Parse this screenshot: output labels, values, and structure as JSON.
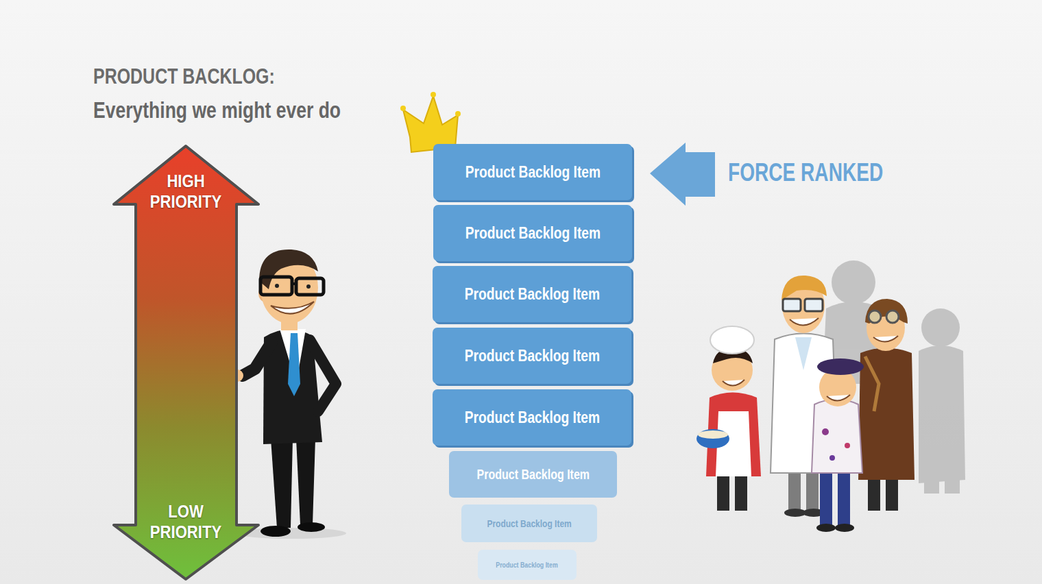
{
  "diagram": {
    "title": "PRODUCT BACKLOG:",
    "nodes": [
      {
        "text": [
          "HIGH PRIORITY",
          "LOW PRIORITY"
        ]
      },
      {
        "text": [
          "Product Backlog Item"
        ]
      },
      {
        "text": [
          "Product Backlog Item"
        ]
      },
      {
        "text": [
          "Product Backlog Item"
        ]
      },
      {
        "text": [
          "Product Backlog Item"
        ]
      },
      {
        "text": [
          "Product Backlog Item"
        ]
      },
      {
        "text": [
          "Product Backlog Item"
        ]
      },
      {
        "text": [
          "Product Backlog Item"
        ]
      },
      {
        "text": [
          "Product Backlog Item"
        ]
      }
    ],
    "labels": [
      "Everything we might ever do",
      "FORCE RANKED"
    ]
  }
}
